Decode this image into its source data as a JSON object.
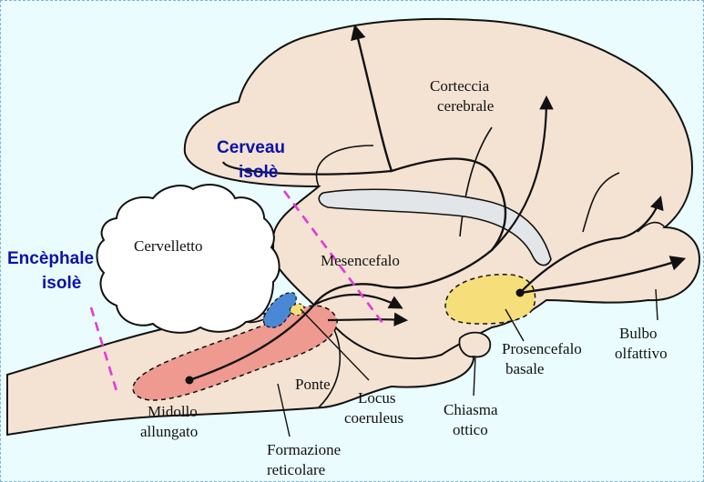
{
  "colors": {
    "background": "#eafcfd",
    "brain_fill": "#f4e3d3",
    "outline": "#111111",
    "cut_line": "#e23ad8",
    "cut_text": "#0a12a8",
    "reticular": "#ee9a90",
    "basal_forebrain": "#f6de7a",
    "locus_coeruleus": "#4a88d6",
    "ventricle": "#e3e6e8"
  },
  "labels": {
    "corteccia_1": "Corteccia",
    "corteccia_2": "cerebrale",
    "cervelletto": "Cervelletto",
    "mesencefalo": "Mesencefalo",
    "ponte": "Ponte",
    "midollo_1": "Midollo",
    "midollo_2": "allungato",
    "formazione_1": "Formazione",
    "formazione_2": "reticolare",
    "locus_1": "Locus",
    "locus_2": "coeruleus",
    "chiasma_1": "Chiasma",
    "chiasma_2": "ottico",
    "prosencefalo_1": "Prosencefalo",
    "prosencefalo_2": "basale",
    "bulbo_1": "Bulbo",
    "bulbo_2": "olfattivo"
  },
  "cuts": {
    "cerveau_1": "Cerveau",
    "cerveau_2": "isolè",
    "encephale_1": "Encèphale",
    "encephale_2": "isolè"
  }
}
